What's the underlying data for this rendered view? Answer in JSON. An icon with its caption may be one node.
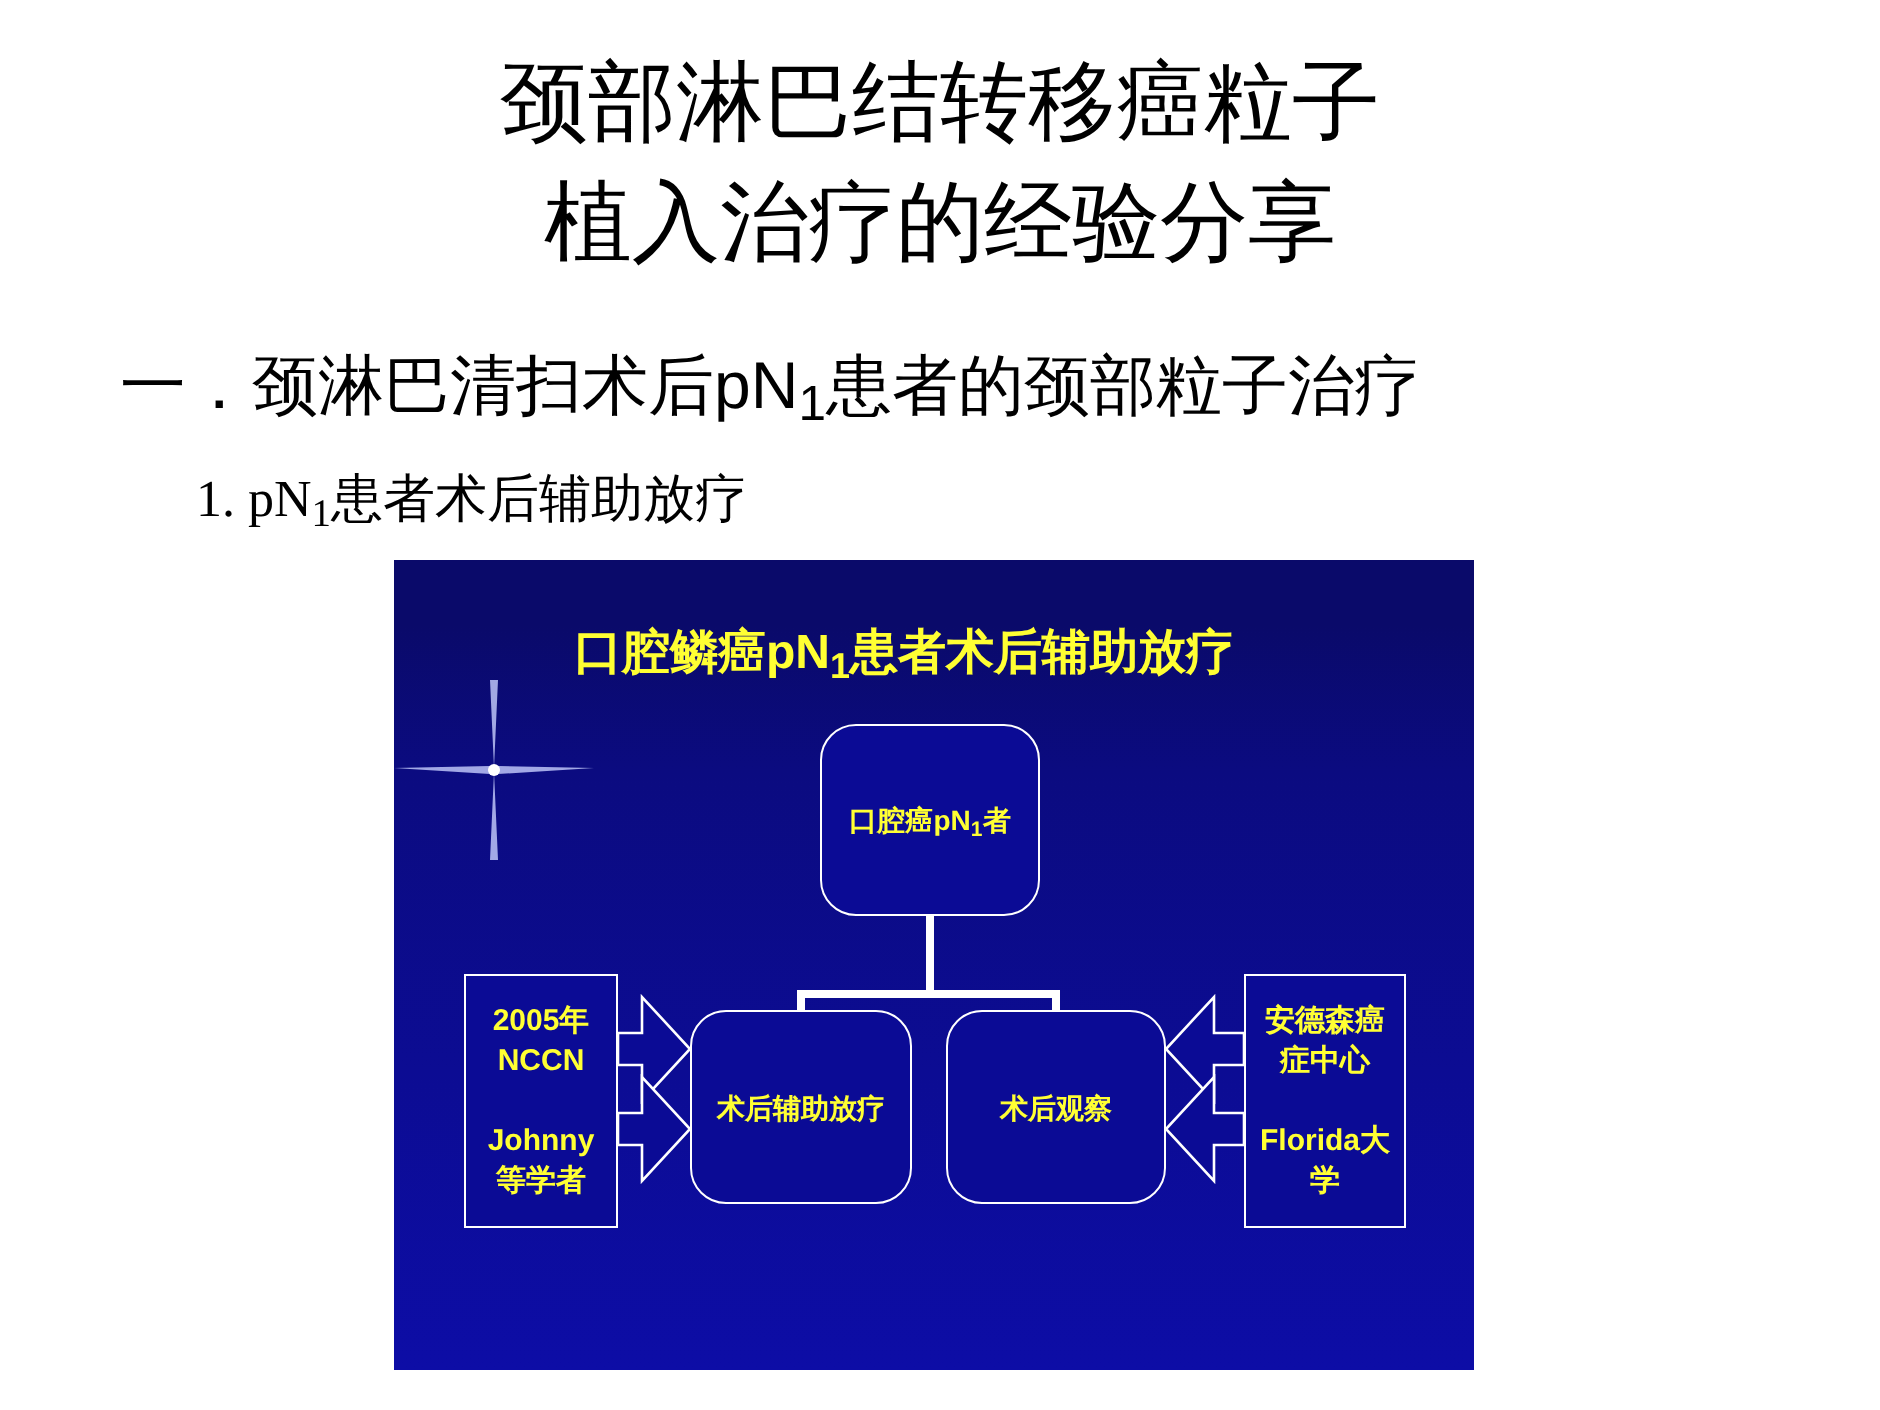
{
  "diagram": {
    "title": "颈部淋巴结转移癌粒子植入治疗的经验分享",
    "nodes": [
      {
        "text": [
          "口腔鳞癌pN$_{1}$患者术后辅助放疗"
        ]
      },
      {
        "text": [
          "口腔癌pN$_{1}$者"
        ],
        "in": 0
      },
      {
        "text": [
          "术后辅助放疗"
        ],
        "in": 0
      },
      {
        "text": [
          "术后观察"
        ],
        "in": 0
      },
      {
        "text": [
          "2005年NCCN",
          "Johnny等学者"
        ],
        "in": 0
      },
      {
        "text": [
          "安德森癌症中心",
          "Florida大学"
        ],
        "in": 0
      }
    ],
    "edges": [
      {
        "from": 1,
        "to": 2,
        "arrow": "none"
      },
      {
        "from": 1,
        "to": 3,
        "arrow": "none"
      },
      {
        "from": 4,
        "to": 2,
        "arrow": "to"
      },
      {
        "from": 4,
        "to": 2,
        "arrow": "to"
      },
      {
        "from": 5,
        "to": 3,
        "arrow": "to"
      },
      {
        "from": 5,
        "to": 3,
        "arrow": "to"
      }
    ],
    "labels": [
      "一．颈淋巴清扫术后pN$_{1}$患者的颈部粒子治疗",
      "1. pN$_{1}$患者术后辅助放疗"
    ]
  }
}
